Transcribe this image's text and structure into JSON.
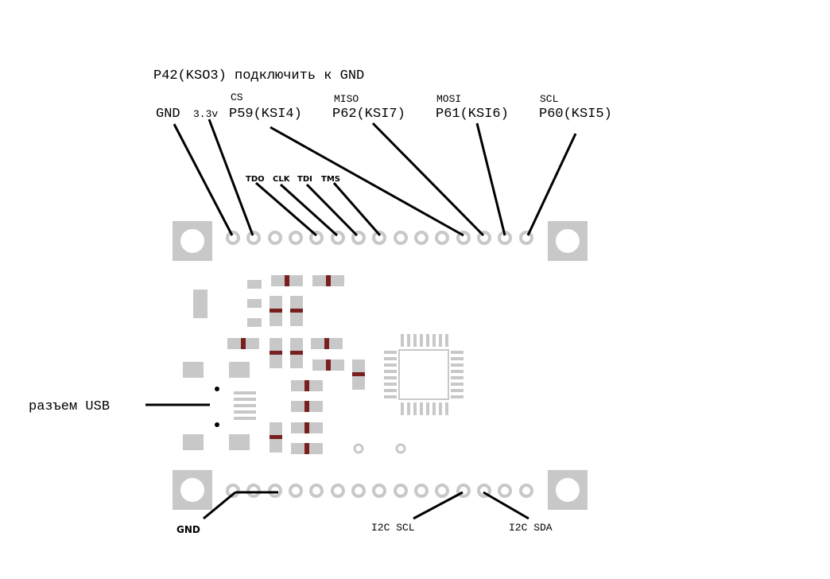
{
  "title": "P42(KSO3) подключить к GND",
  "top_pins": {
    "gnd": "GND",
    "v33": "3.3v",
    "cs_caption": "CS",
    "p59": "P59(KSI4)",
    "miso_caption": "MISO",
    "p62": "P62(KSI7)",
    "mosi_caption": "MOSI",
    "p61": "P61(KSI6)",
    "scl_caption": "SCL",
    "p60": "P60(KSI5)"
  },
  "jtag": {
    "tdo": "TDO",
    "clk": "CLK",
    "tdi": "TDI",
    "tms": "TMS"
  },
  "usb_label": "разъем USB",
  "bottom_pins": {
    "gnd": "GND",
    "i2c_scl": "I2C SCL",
    "i2c_sda": "I2C SDA"
  },
  "colors": {
    "silk": "#c8c8c8",
    "pad_mark": "#7a1f1f",
    "line": "#000000"
  }
}
